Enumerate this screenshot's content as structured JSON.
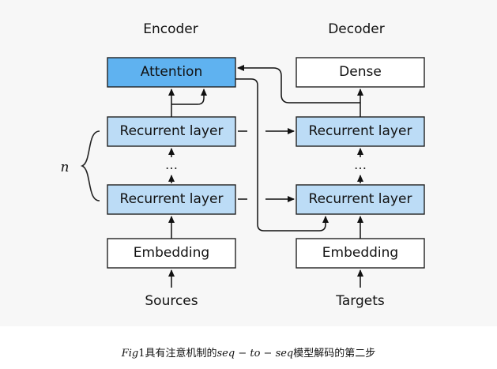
{
  "headers": {
    "encoder": "Encoder",
    "decoder": "Decoder"
  },
  "encoder": {
    "attention": "Attention",
    "recurrent_top": "Recurrent layer",
    "recurrent_bottom": "Recurrent layer",
    "embedding": "Embedding",
    "input": "Sources",
    "dots": "…"
  },
  "decoder": {
    "dense": "Dense",
    "recurrent_top": "Recurrent layer",
    "recurrent_bottom": "Recurrent layer",
    "embedding": "Embedding",
    "input": "Targets",
    "dots": "…"
  },
  "stack_label": "n",
  "caption": {
    "fig": "Fig",
    "num": "1",
    "text1": "具有注意机制的",
    "seq": "seq − to − seq",
    "text2": "模型解码的第二步"
  },
  "colors": {
    "attention_fill": "#5fb2f0",
    "recurrent_fill": "#bcdcf6",
    "plain_fill": "#ffffff",
    "stroke": "#222222"
  }
}
